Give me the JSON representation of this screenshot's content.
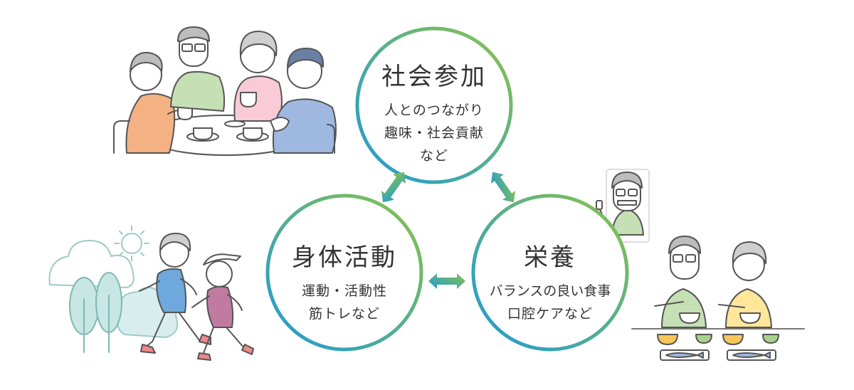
{
  "colors": {
    "ring_start": "#1e9ad6",
    "ring_end": "#8bc34a",
    "arrow_start": "#1e9ad6",
    "arrow_end": "#8bc34a"
  },
  "nodes": [
    {
      "id": "social",
      "title": "社会参加",
      "lines": [
        "人とのつながり",
        "趣味・社会貢献",
        "など"
      ]
    },
    {
      "id": "physical",
      "title": "身体活動",
      "lines": [
        "運動・活動性",
        "筋トレなど"
      ]
    },
    {
      "id": "nutrition",
      "title": "栄養",
      "lines": [
        "バランスの良い食事",
        "口腔ケアなど"
      ]
    }
  ],
  "illustrations": [
    {
      "name": "group-tea-illustration"
    },
    {
      "name": "jogging-couple-illustration"
    },
    {
      "name": "toothbrush-man-illustration"
    },
    {
      "name": "couple-meal-illustration"
    }
  ]
}
